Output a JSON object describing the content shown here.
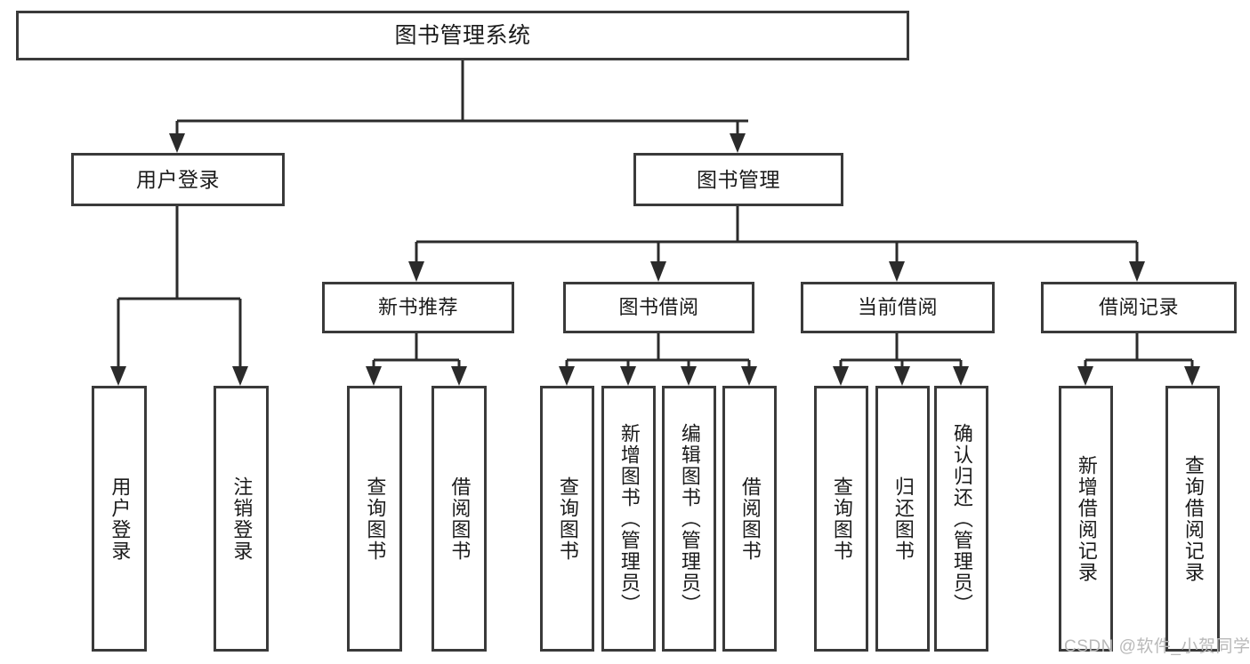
{
  "diagram": {
    "type": "tree",
    "title": "图书管理系统",
    "watermark": "CSDN @软件_小贺同学",
    "root": {
      "label": "图书管理系统"
    },
    "level1": [
      {
        "label": "用户登录"
      },
      {
        "label": "图书管理"
      }
    ],
    "level2": [
      {
        "label": "新书推荐"
      },
      {
        "label": "图书借阅"
      },
      {
        "label": "当前借阅"
      },
      {
        "label": "借阅记录"
      }
    ],
    "leaves": [
      {
        "label": "用户登录"
      },
      {
        "label": "注销登录"
      },
      {
        "label": "查询图书"
      },
      {
        "label": "借阅图书"
      },
      {
        "label": "查询图书"
      },
      {
        "label": "新增图书（管理员）"
      },
      {
        "label": "编辑图书（管理员）"
      },
      {
        "label": "借阅图书"
      },
      {
        "label": "查询图书"
      },
      {
        "label": "归还图书"
      },
      {
        "label": "确认归还（管理员）"
      },
      {
        "label": "新增借阅记录"
      },
      {
        "label": "查询借阅记录"
      }
    ],
    "colors": {
      "stroke": "#3a3a3a",
      "connector": "#2b2b2b",
      "background": "#ffffff",
      "text": "#1b1b1b",
      "watermark": "#b9b9b9"
    }
  }
}
